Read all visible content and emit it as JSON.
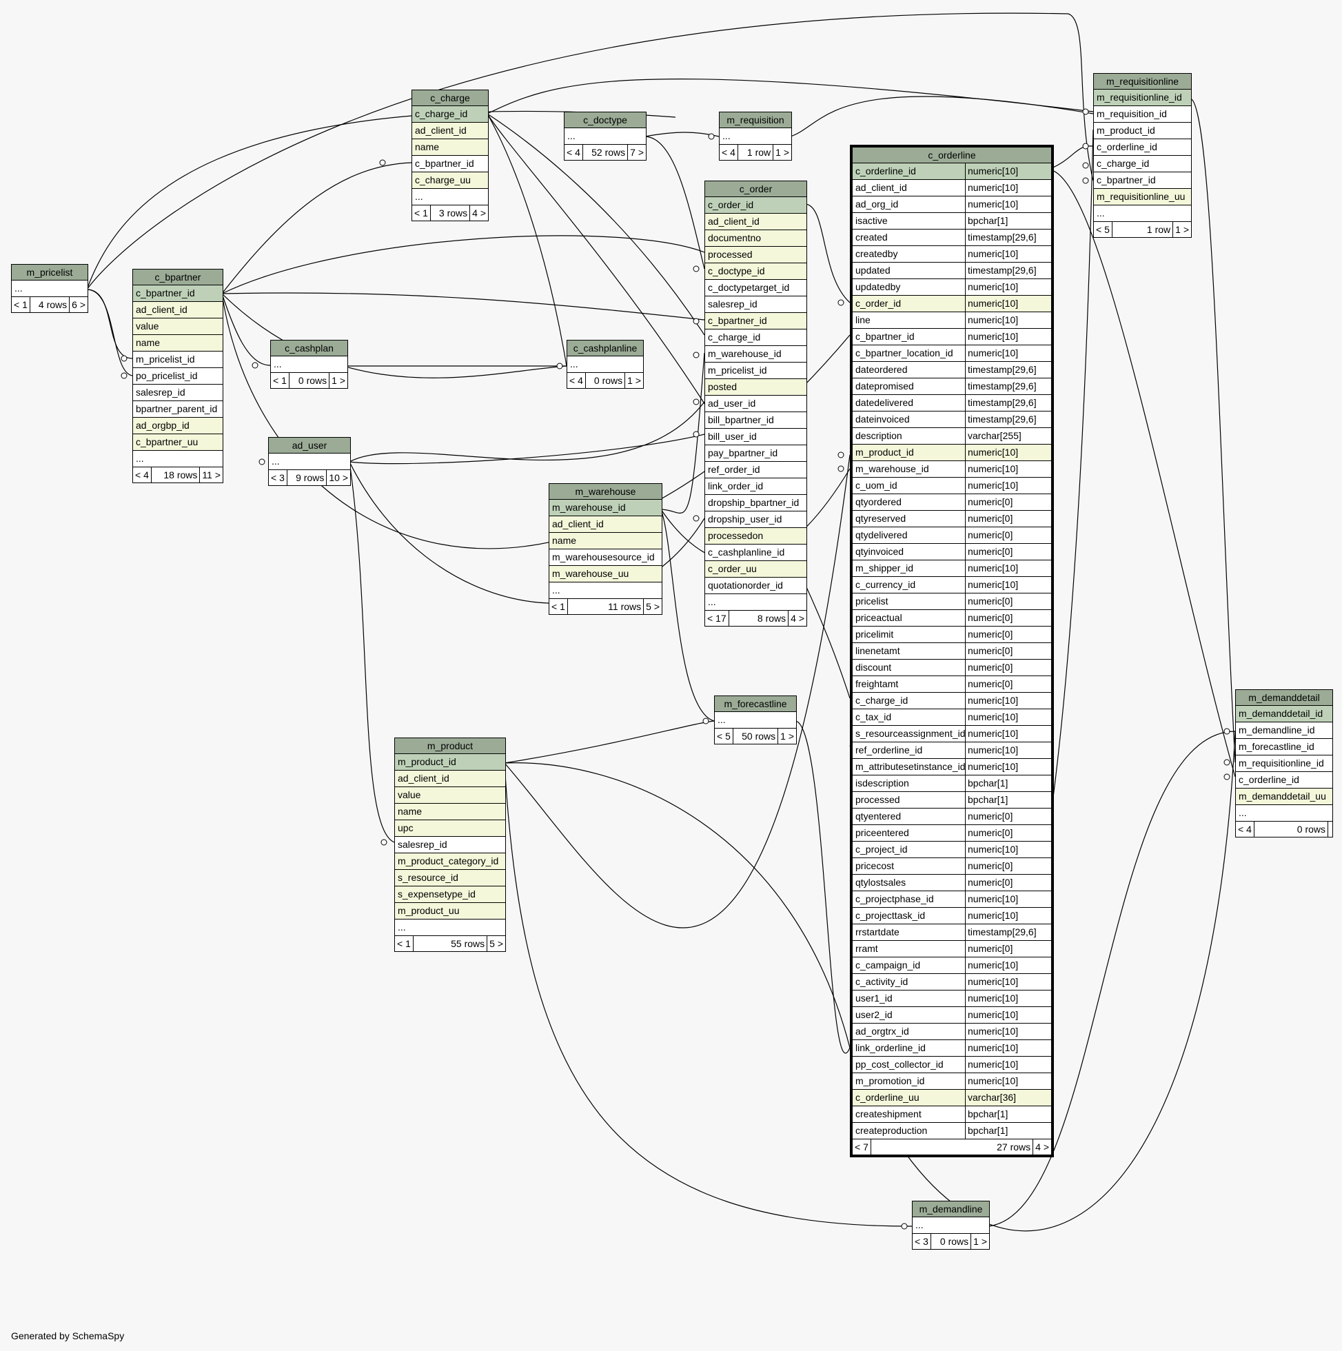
{
  "credit": "Generated by SchemaSpy",
  "tables": {
    "m_pricelist": {
      "name": "m_pricelist",
      "rows": [
        {
          "c": "...",
          "k": "plain"
        }
      ],
      "foot": [
        "< 1",
        "4 rows",
        "6 >"
      ]
    },
    "c_bpartner": {
      "name": "c_bpartner",
      "rows": [
        {
          "c": "c_bpartner_id",
          "k": "pk"
        },
        {
          "c": "ad_client_id",
          "k": "idx"
        },
        {
          "c": "value",
          "k": "idx"
        },
        {
          "c": "name",
          "k": "idx"
        },
        {
          "c": "m_pricelist_id",
          "k": "plain"
        },
        {
          "c": "po_pricelist_id",
          "k": "plain"
        },
        {
          "c": "salesrep_id",
          "k": "plain"
        },
        {
          "c": "bpartner_parent_id",
          "k": "plain"
        },
        {
          "c": "ad_orgbp_id",
          "k": "idx"
        },
        {
          "c": "c_bpartner_uu",
          "k": "idx"
        },
        {
          "c": "...",
          "k": "plain"
        }
      ],
      "foot": [
        "< 4",
        "18 rows",
        "11 >"
      ]
    },
    "c_charge": {
      "name": "c_charge",
      "rows": [
        {
          "c": "c_charge_id",
          "k": "pk"
        },
        {
          "c": "ad_client_id",
          "k": "idx"
        },
        {
          "c": "name",
          "k": "idx"
        },
        {
          "c": "c_bpartner_id",
          "k": "plain"
        },
        {
          "c": "c_charge_uu",
          "k": "idx"
        },
        {
          "c": "...",
          "k": "plain"
        }
      ],
      "foot": [
        "< 1",
        "3 rows",
        "4 >"
      ]
    },
    "c_doctype": {
      "name": "c_doctype",
      "rows": [
        {
          "c": "...",
          "k": "plain"
        }
      ],
      "foot": [
        "< 4",
        "52 rows",
        "7 >"
      ]
    },
    "m_requisition": {
      "name": "m_requisition",
      "rows": [
        {
          "c": "...",
          "k": "plain"
        }
      ],
      "foot": [
        "< 4",
        "1 row",
        "1 >"
      ]
    },
    "c_cashplan": {
      "name": "c_cashplan",
      "rows": [
        {
          "c": "...",
          "k": "plain"
        }
      ],
      "foot": [
        "< 1",
        "0 rows",
        "1 >"
      ]
    },
    "c_cashplanline": {
      "name": "c_cashplanline",
      "rows": [
        {
          "c": "...",
          "k": "plain"
        }
      ],
      "foot": [
        "< 4",
        "0 rows",
        "1 >"
      ]
    },
    "ad_user": {
      "name": "ad_user",
      "rows": [
        {
          "c": "...",
          "k": "plain"
        }
      ],
      "foot": [
        "< 3",
        "9 rows",
        "10 >"
      ]
    },
    "c_order": {
      "name": "c_order",
      "rows": [
        {
          "c": "c_order_id",
          "k": "pk"
        },
        {
          "c": "ad_client_id",
          "k": "idx"
        },
        {
          "c": "documentno",
          "k": "idx"
        },
        {
          "c": "processed",
          "k": "idx"
        },
        {
          "c": "c_doctype_id",
          "k": "idx"
        },
        {
          "c": "c_doctypetarget_id",
          "k": "plain"
        },
        {
          "c": "salesrep_id",
          "k": "plain"
        },
        {
          "c": "c_bpartner_id",
          "k": "idx"
        },
        {
          "c": "c_charge_id",
          "k": "plain"
        },
        {
          "c": "m_warehouse_id",
          "k": "plain"
        },
        {
          "c": "m_pricelist_id",
          "k": "plain"
        },
        {
          "c": "posted",
          "k": "idx"
        },
        {
          "c": "ad_user_id",
          "k": "plain"
        },
        {
          "c": "bill_bpartner_id",
          "k": "plain"
        },
        {
          "c": "bill_user_id",
          "k": "plain"
        },
        {
          "c": "pay_bpartner_id",
          "k": "plain"
        },
        {
          "c": "ref_order_id",
          "k": "plain"
        },
        {
          "c": "link_order_id",
          "k": "plain"
        },
        {
          "c": "dropship_bpartner_id",
          "k": "plain"
        },
        {
          "c": "dropship_user_id",
          "k": "plain"
        },
        {
          "c": "processedon",
          "k": "idx"
        },
        {
          "c": "c_cashplanline_id",
          "k": "plain"
        },
        {
          "c": "c_order_uu",
          "k": "idx"
        },
        {
          "c": "quotationorder_id",
          "k": "plain"
        },
        {
          "c": "...",
          "k": "plain"
        }
      ],
      "foot": [
        "< 17",
        "8 rows",
        "4 >"
      ]
    },
    "m_warehouse": {
      "name": "m_warehouse",
      "rows": [
        {
          "c": "m_warehouse_id",
          "k": "pk"
        },
        {
          "c": "ad_client_id",
          "k": "idx"
        },
        {
          "c": "name",
          "k": "idx"
        },
        {
          "c": "m_warehousesource_id",
          "k": "plain"
        },
        {
          "c": "m_warehouse_uu",
          "k": "idx"
        },
        {
          "c": "...",
          "k": "plain"
        }
      ],
      "foot": [
        "< 1",
        "11 rows",
        "5 >"
      ]
    },
    "m_forecastline": {
      "name": "m_forecastline",
      "rows": [
        {
          "c": "...",
          "k": "plain"
        }
      ],
      "foot": [
        "< 5",
        "50 rows",
        "1 >"
      ]
    },
    "m_product": {
      "name": "m_product",
      "rows": [
        {
          "c": "m_product_id",
          "k": "pk"
        },
        {
          "c": "ad_client_id",
          "k": "idx"
        },
        {
          "c": "value",
          "k": "idx"
        },
        {
          "c": "name",
          "k": "idx"
        },
        {
          "c": "upc",
          "k": "idx"
        },
        {
          "c": "salesrep_id",
          "k": "plain"
        },
        {
          "c": "m_product_category_id",
          "k": "idx"
        },
        {
          "c": "s_resource_id",
          "k": "idx"
        },
        {
          "c": "s_expensetype_id",
          "k": "idx"
        },
        {
          "c": "m_product_uu",
          "k": "idx"
        },
        {
          "c": "...",
          "k": "plain"
        }
      ],
      "foot": [
        "< 1",
        "55 rows",
        "5 >"
      ]
    },
    "m_requisitionline": {
      "name": "m_requisitionline",
      "rows": [
        {
          "c": "m_requisitionline_id",
          "k": "pk"
        },
        {
          "c": "m_requisition_id",
          "k": "plain"
        },
        {
          "c": "m_product_id",
          "k": "plain"
        },
        {
          "c": "c_orderline_id",
          "k": "plain"
        },
        {
          "c": "c_charge_id",
          "k": "plain"
        },
        {
          "c": "c_bpartner_id",
          "k": "plain"
        },
        {
          "c": "m_requisitionline_uu",
          "k": "idx"
        },
        {
          "c": "...",
          "k": "plain"
        }
      ],
      "foot": [
        "< 5",
        "1 row",
        "1 >"
      ]
    },
    "m_demanddetail": {
      "name": "m_demanddetail",
      "rows": [
        {
          "c": "m_demanddetail_id",
          "k": "pk"
        },
        {
          "c": "m_demandline_id",
          "k": "plain"
        },
        {
          "c": "m_forecastline_id",
          "k": "plain"
        },
        {
          "c": "m_requisitionline_id",
          "k": "plain"
        },
        {
          "c": "c_orderline_id",
          "k": "plain"
        },
        {
          "c": "m_demanddetail_uu",
          "k": "idx"
        },
        {
          "c": "...",
          "k": "plain"
        }
      ],
      "foot": [
        "< 4",
        "0 rows",
        ""
      ]
    },
    "m_demandline": {
      "name": "m_demandline",
      "rows": [
        {
          "c": "...",
          "k": "plain"
        }
      ],
      "foot": [
        "< 3",
        "0 rows",
        "1 >"
      ]
    },
    "c_orderline": {
      "name": "c_orderline",
      "rows": [
        {
          "c": "c_orderline_id",
          "t": "numeric[10]",
          "k": "pk"
        },
        {
          "c": "ad_client_id",
          "t": "numeric[10]",
          "k": "plain"
        },
        {
          "c": "ad_org_id",
          "t": "numeric[10]",
          "k": "plain"
        },
        {
          "c": "isactive",
          "t": "bpchar[1]",
          "k": "plain"
        },
        {
          "c": "created",
          "t": "timestamp[29,6]",
          "k": "plain"
        },
        {
          "c": "createdby",
          "t": "numeric[10]",
          "k": "plain"
        },
        {
          "c": "updated",
          "t": "timestamp[29,6]",
          "k": "plain"
        },
        {
          "c": "updatedby",
          "t": "numeric[10]",
          "k": "plain"
        },
        {
          "c": "c_order_id",
          "t": "numeric[10]",
          "k": "idx"
        },
        {
          "c": "line",
          "t": "numeric[10]",
          "k": "plain"
        },
        {
          "c": "c_bpartner_id",
          "t": "numeric[10]",
          "k": "plain"
        },
        {
          "c": "c_bpartner_location_id",
          "t": "numeric[10]",
          "k": "plain"
        },
        {
          "c": "dateordered",
          "t": "timestamp[29,6]",
          "k": "plain"
        },
        {
          "c": "datepromised",
          "t": "timestamp[29,6]",
          "k": "plain"
        },
        {
          "c": "datedelivered",
          "t": "timestamp[29,6]",
          "k": "plain"
        },
        {
          "c": "dateinvoiced",
          "t": "timestamp[29,6]",
          "k": "plain"
        },
        {
          "c": "description",
          "t": "varchar[255]",
          "k": "plain"
        },
        {
          "c": "m_product_id",
          "t": "numeric[10]",
          "k": "idx"
        },
        {
          "c": "m_warehouse_id",
          "t": "numeric[10]",
          "k": "plain"
        },
        {
          "c": "c_uom_id",
          "t": "numeric[10]",
          "k": "plain"
        },
        {
          "c": "qtyordered",
          "t": "numeric[0]",
          "k": "plain"
        },
        {
          "c": "qtyreserved",
          "t": "numeric[0]",
          "k": "plain"
        },
        {
          "c": "qtydelivered",
          "t": "numeric[0]",
          "k": "plain"
        },
        {
          "c": "qtyinvoiced",
          "t": "numeric[0]",
          "k": "plain"
        },
        {
          "c": "m_shipper_id",
          "t": "numeric[10]",
          "k": "plain"
        },
        {
          "c": "c_currency_id",
          "t": "numeric[10]",
          "k": "plain"
        },
        {
          "c": "pricelist",
          "t": "numeric[0]",
          "k": "plain"
        },
        {
          "c": "priceactual",
          "t": "numeric[0]",
          "k": "plain"
        },
        {
          "c": "pricelimit",
          "t": "numeric[0]",
          "k": "plain"
        },
        {
          "c": "linenetamt",
          "t": "numeric[0]",
          "k": "plain"
        },
        {
          "c": "discount",
          "t": "numeric[0]",
          "k": "plain"
        },
        {
          "c": "freightamt",
          "t": "numeric[0]",
          "k": "plain"
        },
        {
          "c": "c_charge_id",
          "t": "numeric[10]",
          "k": "plain"
        },
        {
          "c": "c_tax_id",
          "t": "numeric[10]",
          "k": "plain"
        },
        {
          "c": "s_resourceassignment_id",
          "t": "numeric[10]",
          "k": "plain"
        },
        {
          "c": "ref_orderline_id",
          "t": "numeric[10]",
          "k": "plain"
        },
        {
          "c": "m_attributesetinstance_id",
          "t": "numeric[10]",
          "k": "plain"
        },
        {
          "c": "isdescription",
          "t": "bpchar[1]",
          "k": "plain"
        },
        {
          "c": "processed",
          "t": "bpchar[1]",
          "k": "plain"
        },
        {
          "c": "qtyentered",
          "t": "numeric[0]",
          "k": "plain"
        },
        {
          "c": "priceentered",
          "t": "numeric[0]",
          "k": "plain"
        },
        {
          "c": "c_project_id",
          "t": "numeric[10]",
          "k": "plain"
        },
        {
          "c": "pricecost",
          "t": "numeric[0]",
          "k": "plain"
        },
        {
          "c": "qtylostsales",
          "t": "numeric[0]",
          "k": "plain"
        },
        {
          "c": "c_projectphase_id",
          "t": "numeric[10]",
          "k": "plain"
        },
        {
          "c": "c_projecttask_id",
          "t": "numeric[10]",
          "k": "plain"
        },
        {
          "c": "rrstartdate",
          "t": "timestamp[29,6]",
          "k": "plain"
        },
        {
          "c": "rramt",
          "t": "numeric[0]",
          "k": "plain"
        },
        {
          "c": "c_campaign_id",
          "t": "numeric[10]",
          "k": "plain"
        },
        {
          "c": "c_activity_id",
          "t": "numeric[10]",
          "k": "plain"
        },
        {
          "c": "user1_id",
          "t": "numeric[10]",
          "k": "plain"
        },
        {
          "c": "user2_id",
          "t": "numeric[10]",
          "k": "plain"
        },
        {
          "c": "ad_orgtrx_id",
          "t": "numeric[10]",
          "k": "plain"
        },
        {
          "c": "link_orderline_id",
          "t": "numeric[10]",
          "k": "plain"
        },
        {
          "c": "pp_cost_collector_id",
          "t": "numeric[10]",
          "k": "plain"
        },
        {
          "c": "m_promotion_id",
          "t": "numeric[10]",
          "k": "plain"
        },
        {
          "c": "c_orderline_uu",
          "t": "varchar[36]",
          "k": "idx"
        },
        {
          "c": "createshipment",
          "t": "bpchar[1]",
          "k": "plain"
        },
        {
          "c": "createproduction",
          "t": "bpchar[1]",
          "k": "plain"
        }
      ],
      "foot": [
        "< 7",
        "27 rows",
        "4 >"
      ]
    }
  }
}
